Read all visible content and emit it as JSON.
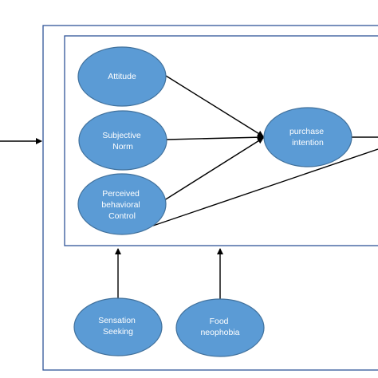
{
  "diagram": {
    "nodes": {
      "attitude": {
        "lines": [
          "Attitude"
        ]
      },
      "subjective_norm": {
        "lines": [
          "Subjective",
          "Norm"
        ]
      },
      "perceived_behavioral_control": {
        "lines": [
          "Perceived",
          "behavioral",
          "Control"
        ]
      },
      "purchase_intention": {
        "lines": [
          "purchase",
          "intention"
        ]
      },
      "sensation_seeking": {
        "lines": [
          "Sensation",
          "Seeking"
        ]
      },
      "food_neophobia": {
        "lines": [
          "Food",
          "neophobia"
        ]
      }
    },
    "colors": {
      "node_fill": "#5b9bd5",
      "node_stroke": "#41719c",
      "box_stroke": "#2f5597",
      "edge": "#000000"
    }
  }
}
